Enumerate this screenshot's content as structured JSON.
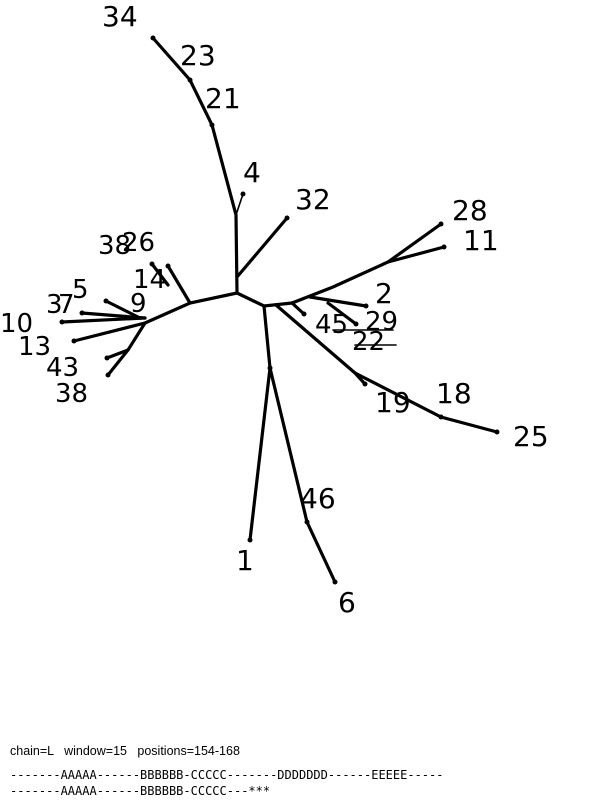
{
  "tree": {
    "labels": [
      "34",
      "23",
      "21",
      "4",
      "32",
      "28",
      "11",
      "38",
      "26",
      "14",
      "5",
      "3",
      "7",
      "9",
      "10",
      "13",
      "43",
      "38",
      "2",
      "45",
      "29",
      "22",
      "19",
      "18",
      "25",
      "46",
      "1",
      "6"
    ]
  },
  "footer": {
    "chain_info": "chain=L   window=15   positions=154-168",
    "alignment_1": "-------AAAAA------BBBBBB-CCCCC-------DDDDDDD------EEEEE-----",
    "alignment_2": "-------AAAAA------BBBBBB-CCCCC---***"
  }
}
